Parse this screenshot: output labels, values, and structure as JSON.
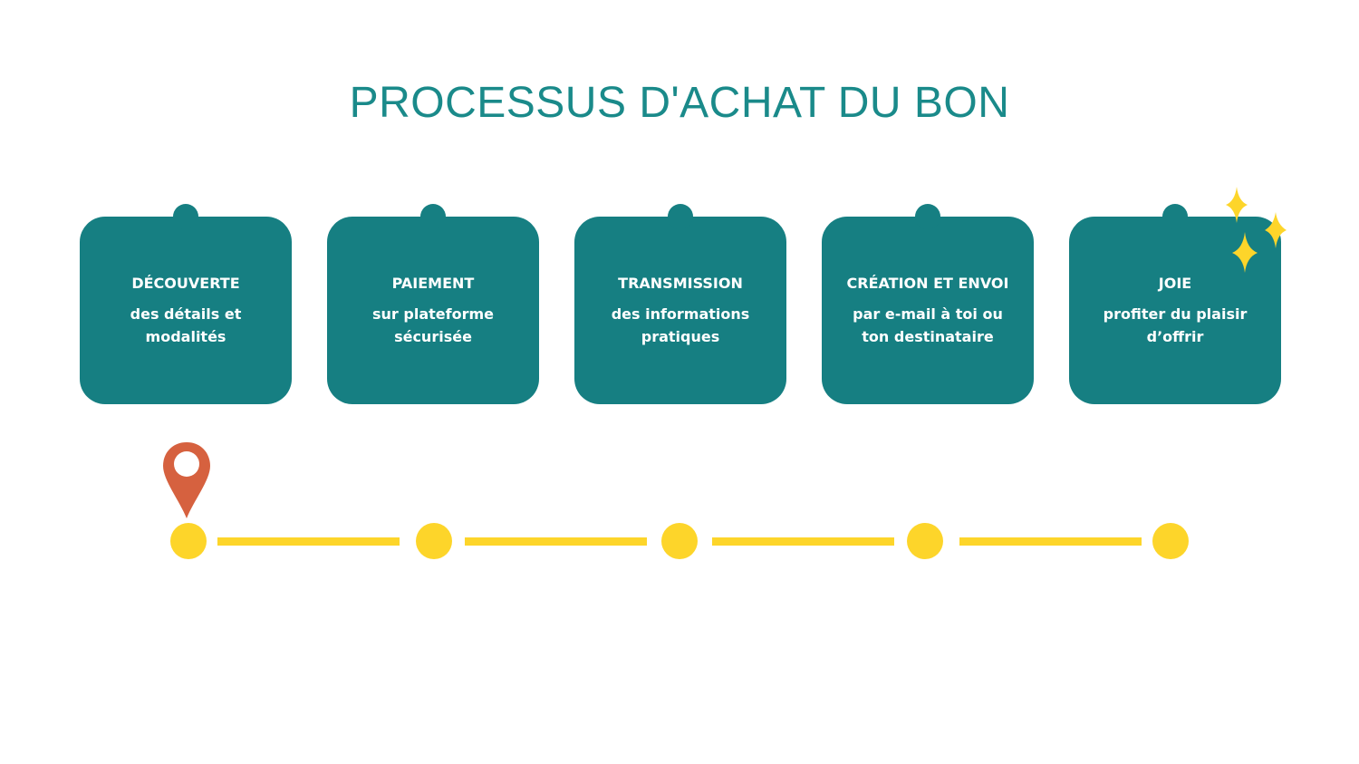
{
  "title": "PROCESSUS D'ACHAT DU BON",
  "steps": [
    {
      "title": "DÉCOUVERTE",
      "desc": "des détails et modalités"
    },
    {
      "title": "PAIEMENT",
      "desc": "sur plateforme sécurisée"
    },
    {
      "title": "TRANSMISSION",
      "desc": "des informations pratiques"
    },
    {
      "title": "CRÉATION ET ENVOI",
      "desc": "par e-mail à toi ou ton destinataire"
    },
    {
      "title": "JOIE",
      "desc": "profiter du plaisir d’offrir"
    }
  ],
  "current_step": 1,
  "colors": {
    "card": "#167f82",
    "timeline": "#fdd52a",
    "pin": "#d6613f",
    "title": "#1a8a8a"
  }
}
